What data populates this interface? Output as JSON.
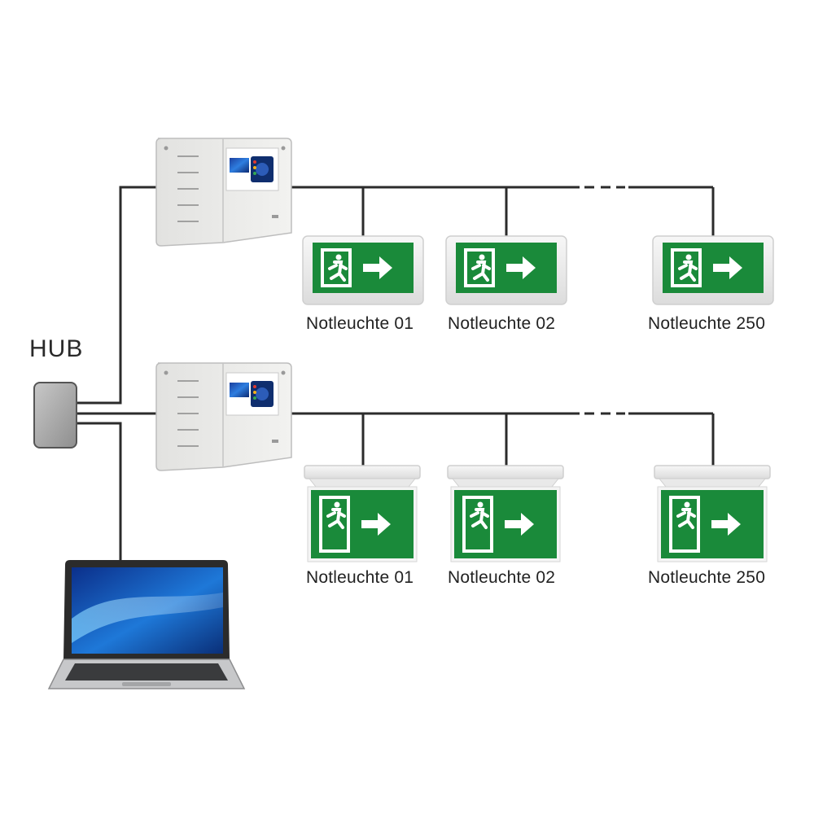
{
  "diagram": {
    "hub": {
      "label": "HUB"
    },
    "rows": [
      {
        "name": "row-1",
        "luminaire_style": "wall-box",
        "luminaires": [
          {
            "label": "Notleuchte 01"
          },
          {
            "label": "Notleuchte 02"
          },
          {
            "label": "Notleuchte 250"
          }
        ]
      },
      {
        "name": "row-2",
        "luminaire_style": "ceiling-hanging",
        "luminaires": [
          {
            "label": "Notleuchte 01"
          },
          {
            "label": "Notleuchte 02"
          },
          {
            "label": "Notleuchte 250"
          }
        ]
      }
    ],
    "colors": {
      "sign_green": "#1a8a3a",
      "wire": "#2b2b2b",
      "panel_body": "#e6e6e4",
      "hub_body": "#a9a9a9",
      "screen_blue": "#1e6fd0"
    }
  }
}
